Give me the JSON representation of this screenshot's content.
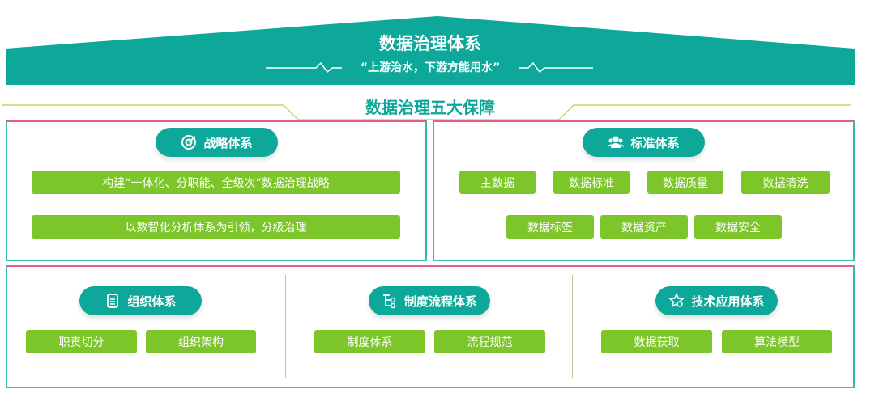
{
  "header": {
    "title": "数据治理体系",
    "subtitle": "“上游治水，下游方能用水”",
    "section_title": "数据治理五大保障"
  },
  "colors": {
    "teal": "#0ea89a",
    "green": "#7cc62a",
    "pink": "#e0628a"
  },
  "strategy": {
    "label": "战略体系",
    "icon": "target-icon",
    "items": [
      "构建“一体化、分职能、全级次”数据治理战略",
      "以数智化分析体系为引领，分级治理"
    ]
  },
  "standard": {
    "label": "标准体系",
    "icon": "users-icon",
    "items": [
      "主数据",
      "数据标准",
      "数据质量",
      "数据清洗",
      "数据标签",
      "数据资产",
      "数据安全"
    ]
  },
  "organization": {
    "label": "组织体系",
    "icon": "document-icon",
    "items": [
      "职责切分",
      "组织架构"
    ]
  },
  "process": {
    "label": "制度流程体系",
    "icon": "flow-icon",
    "items": [
      "制度体系",
      "流程规范"
    ]
  },
  "tech": {
    "label": "技术应用体系",
    "icon": "star-gear-icon",
    "items": [
      "数据获取",
      "算法模型"
    ]
  }
}
